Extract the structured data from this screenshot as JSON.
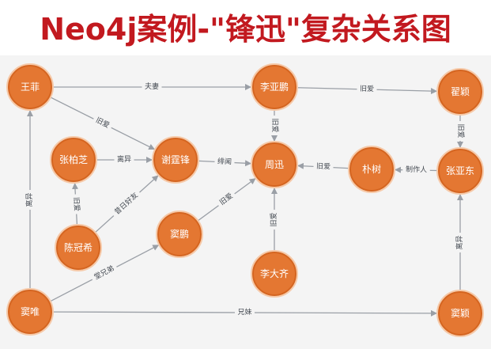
{
  "title": "Neo4j案例-\"锋迅\"复杂关系图",
  "colors": {
    "title": "#c2191f",
    "node_fill": "#e47732",
    "node_stroke": "#d56520",
    "edge": "#9a9fa6",
    "background": "#f4f4f4"
  },
  "nodes": [
    {
      "id": "wangfei",
      "label": "王菲"
    },
    {
      "id": "lipeng",
      "label": "李亚鹏"
    },
    {
      "id": "zhuying",
      "label": "翟颖"
    },
    {
      "id": "zhangbozhi",
      "label": "张柏芝"
    },
    {
      "id": "xietingfeng",
      "label": "谢霆锋"
    },
    {
      "id": "zhouxun",
      "label": "周迅"
    },
    {
      "id": "pushu",
      "label": "朴树"
    },
    {
      "id": "zhangyadong",
      "label": "张亚东"
    },
    {
      "id": "chenguanxi",
      "label": "陈冠希"
    },
    {
      "id": "doupeng",
      "label": "窦鹏"
    },
    {
      "id": "lidaqi",
      "label": "李大齐"
    },
    {
      "id": "douwei",
      "label": "窦唯"
    },
    {
      "id": "douying",
      "label": "窦颖"
    }
  ],
  "edges": [
    {
      "source": "wangfei",
      "target": "lipeng",
      "label": "夫妻"
    },
    {
      "source": "lipeng",
      "target": "zhuying",
      "label": "旧爱"
    },
    {
      "source": "wangfei",
      "target": "xietingfeng",
      "label": "旧爱"
    },
    {
      "source": "lipeng",
      "target": "zhouxun",
      "label": "旧爱"
    },
    {
      "source": "zhuying",
      "target": "zhangyadong",
      "label": "旧爱"
    },
    {
      "source": "zhangbozhi",
      "target": "xietingfeng",
      "label": "离异"
    },
    {
      "source": "xietingfeng",
      "target": "zhouxun",
      "label": "绯闻"
    },
    {
      "source": "pushu",
      "target": "zhouxun",
      "label": "旧爱"
    },
    {
      "source": "zhangyadong",
      "target": "pushu",
      "label": "制作人"
    },
    {
      "source": "chenguanxi",
      "target": "zhangbozhi",
      "label": "旧爱"
    },
    {
      "source": "chenguanxi",
      "target": "xietingfeng",
      "label": "昔日好友"
    },
    {
      "source": "doupeng",
      "target": "zhouxun",
      "label": "旧爱"
    },
    {
      "source": "lidaqi",
      "target": "zhouxun",
      "label": "旧爱"
    },
    {
      "source": "douwei",
      "target": "wangfei",
      "label": "离异"
    },
    {
      "source": "douwei",
      "target": "doupeng",
      "label": "堂兄弟"
    },
    {
      "source": "douwei",
      "target": "douying",
      "label": "兄妹"
    },
    {
      "source": "douying",
      "target": "zhangyadong",
      "label": "离异"
    }
  ]
}
